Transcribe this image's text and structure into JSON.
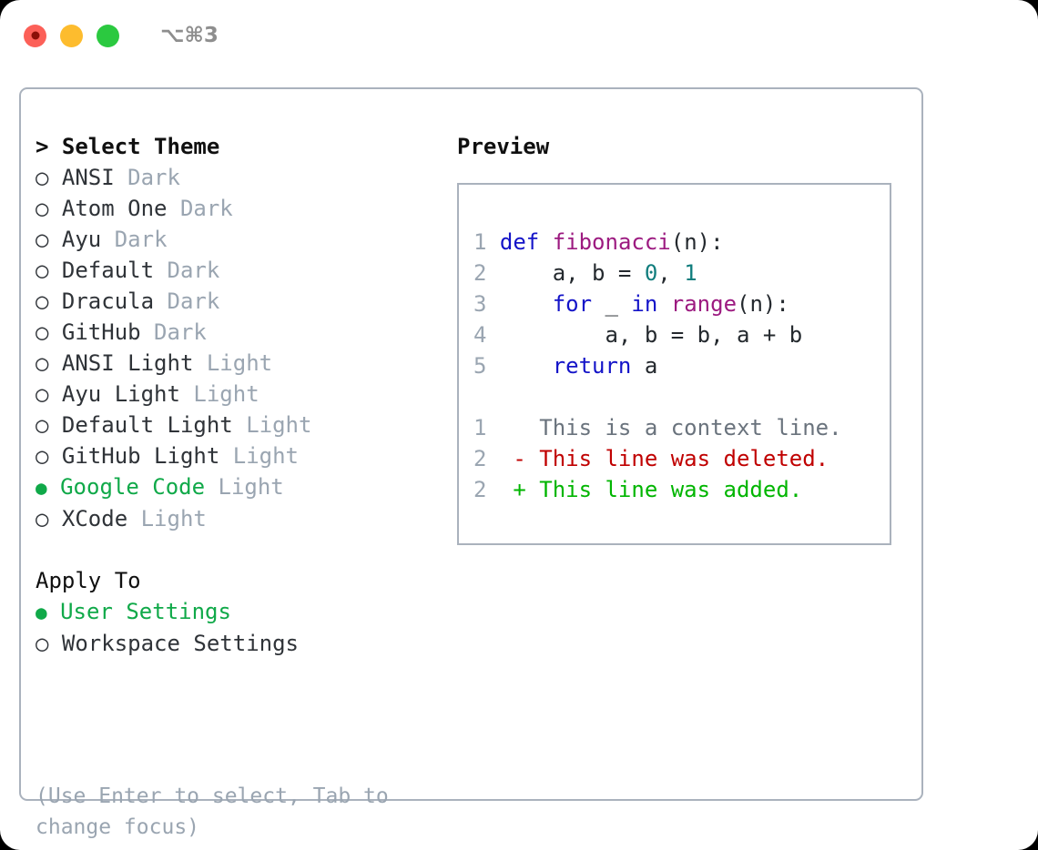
{
  "titlebar": {
    "shortcut": "⌥⌘3",
    "buttons": [
      {
        "name": "close",
        "color": "#fc6058"
      },
      {
        "name": "minimize",
        "color": "#fdbc2e"
      },
      {
        "name": "zoom",
        "color": "#2bc940"
      }
    ]
  },
  "theme_picker": {
    "heading": "> Select Theme",
    "marker_unselected": "○",
    "marker_selected": "●",
    "selected_theme": "Google Code",
    "items": [
      {
        "marker": "○",
        "label": "ANSI",
        "category": "Dark",
        "selected": false
      },
      {
        "marker": "○",
        "label": "Atom One",
        "category": "Dark",
        "selected": false
      },
      {
        "marker": "○",
        "label": "Ayu",
        "category": "Dark",
        "selected": false
      },
      {
        "marker": "○",
        "label": "Default",
        "category": "Dark",
        "selected": false
      },
      {
        "marker": "○",
        "label": "Dracula",
        "category": "Dark",
        "selected": false
      },
      {
        "marker": "○",
        "label": "GitHub",
        "category": "Dark",
        "selected": false
      },
      {
        "marker": "○",
        "label": "ANSI Light",
        "category": "Light",
        "selected": false
      },
      {
        "marker": "○",
        "label": "Ayu Light",
        "category": "Light",
        "selected": false
      },
      {
        "marker": "○",
        "label": "Default Light",
        "category": "Light",
        "selected": false
      },
      {
        "marker": "○",
        "label": "GitHub Light",
        "category": "Light",
        "selected": false
      },
      {
        "marker": "●",
        "label": "Google Code",
        "category": "Light",
        "selected": true
      },
      {
        "marker": "○",
        "label": "XCode",
        "category": "Light",
        "selected": false
      }
    ]
  },
  "apply_to": {
    "heading": "Apply To",
    "selected": "User Settings",
    "items": [
      {
        "marker": "●",
        "label": "User Settings",
        "selected": true
      },
      {
        "marker": "○",
        "label": "Workspace Settings",
        "selected": false
      }
    ]
  },
  "hint": "(Use Enter to select, Tab to change focus)",
  "preview": {
    "title": "Preview",
    "code_lines": [
      {
        "lineno": "1",
        "tokens": [
          {
            "t": "def",
            "c": "kw"
          },
          {
            "t": " ",
            "c": "txt"
          },
          {
            "t": "fibonacci",
            "c": "fn"
          },
          {
            "t": "(n):",
            "c": "txt"
          }
        ]
      },
      {
        "lineno": "2",
        "tokens": [
          {
            "t": "    a, b = ",
            "c": "txt"
          },
          {
            "t": "0",
            "c": "num"
          },
          {
            "t": ", ",
            "c": "txt"
          },
          {
            "t": "1",
            "c": "num"
          }
        ]
      },
      {
        "lineno": "3",
        "tokens": [
          {
            "t": "    ",
            "c": "txt"
          },
          {
            "t": "for",
            "c": "kw"
          },
          {
            "t": " _ ",
            "c": "txt"
          },
          {
            "t": "in",
            "c": "kw"
          },
          {
            "t": " ",
            "c": "txt"
          },
          {
            "t": "range",
            "c": "fn"
          },
          {
            "t": "(n):",
            "c": "txt"
          }
        ]
      },
      {
        "lineno": "4",
        "tokens": [
          {
            "t": "        a, b = b, a + b",
            "c": "txt"
          }
        ]
      },
      {
        "lineno": "5",
        "tokens": [
          {
            "t": "    ",
            "c": "txt"
          },
          {
            "t": "return",
            "c": "kw"
          },
          {
            "t": " a",
            "c": "txt"
          }
        ]
      }
    ],
    "diff_lines": [
      {
        "lineno": "1",
        "tokens": [
          {
            "t": "   This is a context line.",
            "c": "ctx"
          }
        ]
      },
      {
        "lineno": "2",
        "tokens": [
          {
            "t": " - This line was deleted.",
            "c": "del"
          }
        ]
      },
      {
        "lineno": "2",
        "tokens": [
          {
            "t": " + This line was added.",
            "c": "add"
          }
        ]
      }
    ]
  },
  "colors": {
    "accent_green": "#10a949",
    "muted": "#9aa5b1",
    "border": "#aab2bd",
    "keyword": "#1414c8",
    "function": "#9c1a80",
    "number": "#107d7d",
    "diff_deleted": "#c00000",
    "diff_added": "#00b500"
  }
}
